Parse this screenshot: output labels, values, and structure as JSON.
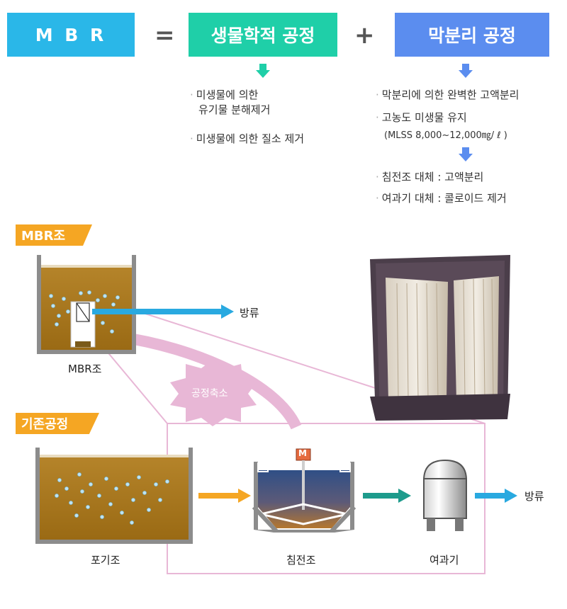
{
  "header": {
    "mbr_label": "M B R",
    "equals": "=",
    "bio_label": "생물학적 공정",
    "plus": "+",
    "membrane_label": "막분리 공정"
  },
  "bio_bullets": [
    {
      "line1": "미생물에 의한",
      "line2": "유기물 분해제거"
    },
    {
      "line1": "미생물에 의한 질소 제거"
    }
  ],
  "membrane_bullets": [
    "막분리에 의한 완벽한 고액분리",
    "고농도 미생물 유지"
  ],
  "mlss_note": "(MLSS 8,000~12,000㎎/ ℓ )",
  "replace_bullets": [
    "침전조 대체 : 고액분리",
    "여과기 대체 : 콜로이드 제거"
  ],
  "mbr_section": {
    "tag": "MBR조",
    "tank_label": "MBR조",
    "discharge_label": "방류",
    "reduction_label": "공정축소"
  },
  "existing_section": {
    "tag": "기존공정",
    "aeration_label": "포기조",
    "clarifier_label": "침전조",
    "motor_label": "M",
    "filter_label": "여과기",
    "discharge_label": "방류"
  },
  "colors": {
    "mbr_box": "#2ab7e8",
    "bio_box": "#1fcfa8",
    "membrane_box": "#5b8def",
    "tag": "#f5a623",
    "pink": "#e8b7d6",
    "sludge": "#a8761a"
  }
}
